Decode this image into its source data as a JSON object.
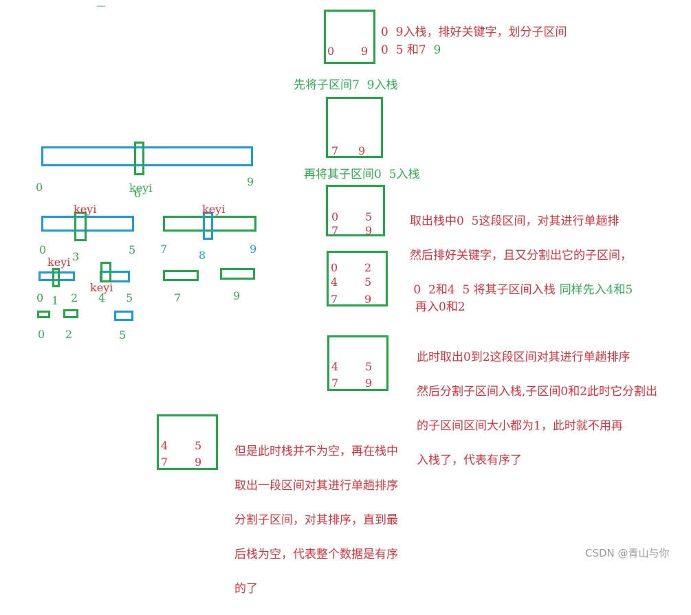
{
  "stack_frames": [
    {
      "rows": [
        [
          "0",
          "9"
        ]
      ]
    },
    {
      "rows": [
        [
          "7",
          "9"
        ]
      ]
    },
    {
      "rows": [
        [
          "0",
          "5"
        ],
        [
          "7",
          "9"
        ]
      ]
    },
    {
      "rows": [
        [
          "0",
          "2"
        ],
        [
          "4",
          "5"
        ],
        [
          "7",
          "9"
        ]
      ]
    },
    {
      "rows": [
        [
          "4",
          "5"
        ],
        [
          "7",
          "9"
        ]
      ]
    },
    {
      "rows": [
        [
          "4",
          "5"
        ],
        [
          "7",
          "9"
        ]
      ]
    }
  ],
  "annotations": {
    "step1_line1": "0  9入栈，排好关键字，划分子区间",
    "step1_line2_prefix": "0  5 和7",
    "step1_line2_suffix": "  9",
    "step2": "先将子区间7  9入栈",
    "step3": "再将其子区间0  5入栈",
    "step4_lines": [
      "取出栈中0  5这段区间，对其进行单趟排",
      "然后排好关键字，且又分割出它的子区间，",
      " 0  2和4  5 将其子区间入栈"
    ],
    "step4_green": "同样先入4和5",
    "step4_last": "再入0和2",
    "step5_lines": [
      "此时取出0到2这段区间对其进行单趟排序",
      "然后分割子区间入栈,子区间0和2此时它分割出",
      "的子区间区间大小都为1，此时就不用再",
      "入栈了，代表有序了"
    ],
    "step6_lines": [
      "但是此时栈并不为空，再在栈中",
      "取出一段区间对其进行单趟排序",
      "分割子区间，对其排序，直到最",
      "后栈为空，代表整个数据是有序",
      "的了"
    ]
  },
  "array_labels": {
    "keyi": "keyi",
    "r0_left": "0",
    "r0_right": "9",
    "r0_key": "6",
    "r1_a0": "0",
    "r1_a3": "3",
    "r1_a5": "5",
    "r1_b7": "7",
    "r1_b8": "8",
    "r1_b9": "9",
    "r2_0": "0",
    "r2_1": "1",
    "r2_2": "2",
    "r2_4": "4",
    "r2_5": "5",
    "r2_7": "7",
    "r2_9": "9",
    "r3_0": "0",
    "r3_2": "2",
    "r3_5": "5"
  },
  "watermark": "CSDN @青山与你",
  "top_mark": "—",
  "colors": {
    "green": "#22a845",
    "blue": "#1a9cdc",
    "red": "#e0303a"
  }
}
